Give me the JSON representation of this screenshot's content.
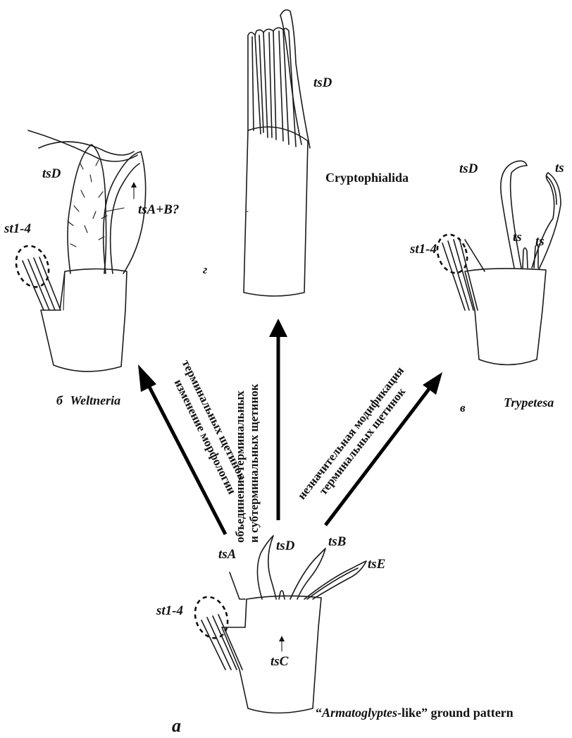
{
  "labels": {
    "tsD_top": "tsD",
    "cryptophialida": "Cryptophialida",
    "panel_g": "г",
    "tsD_left": "tsD",
    "st1_4_left": "st1-4",
    "tsAB": "tsA+B?",
    "weltneria_prefix": "б",
    "weltneria": "Weltneria",
    "tsD_right": "tsD",
    "ts_right_top": "ts",
    "ts_right_mid1": "ts",
    "ts_right_mid2": "ts",
    "st1_4_right": "st1-4",
    "panel_v": "в",
    "trypetesa": "Trypetesa",
    "tsA": "tsA",
    "tsD_bottom": "tsD",
    "tsB": "tsB",
    "tsE": "tsE",
    "st1_4_bottom": "st1-4",
    "tsC": "tsC",
    "panel_a": "а",
    "ground_quote_open": "“",
    "ground_italic": "Armatoglyptes",
    "ground_rest": "-like” ground pattern"
  },
  "arrows": {
    "left_line1": "изменение морфологии",
    "left_line2": "терминальных щетинок",
    "center_line1": "объединение терминальных",
    "center_line2": "и субтерминальных щетинок",
    "right_line1": "незначительная модификация",
    "right_line2": "терминальных щетинок"
  }
}
